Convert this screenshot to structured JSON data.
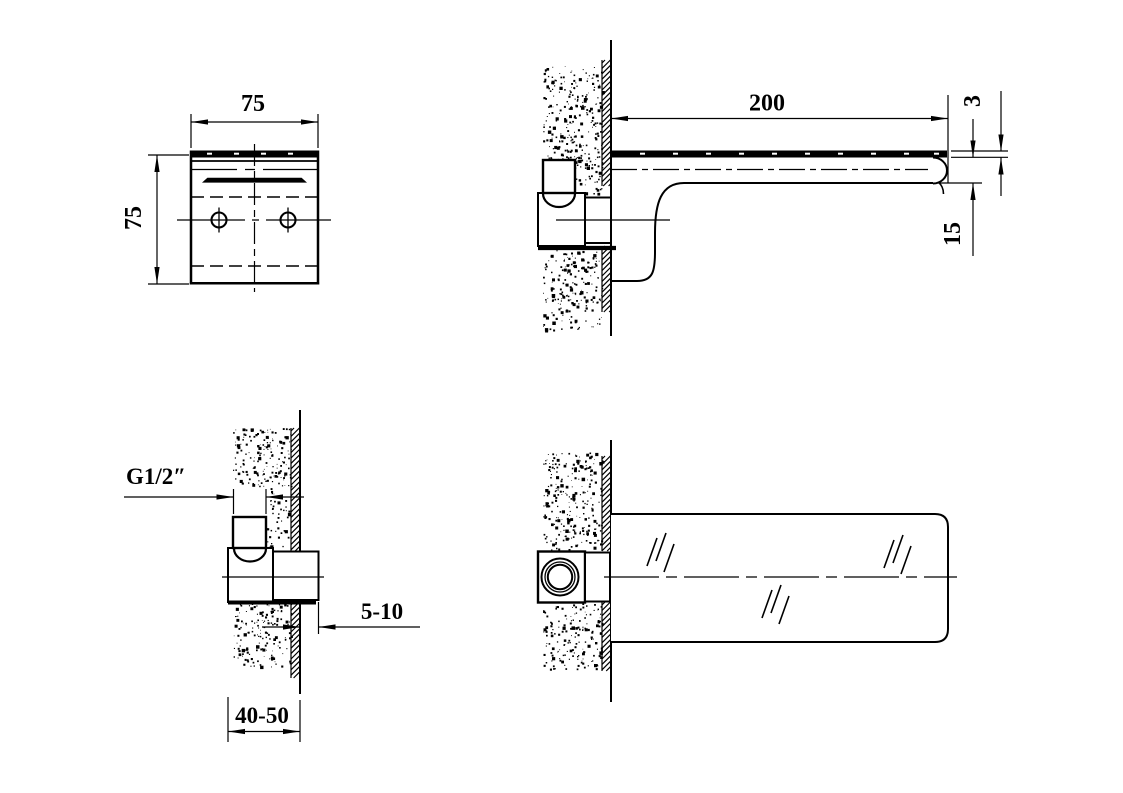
{
  "colors": {
    "background": "#ffffff",
    "ink": "#000000"
  },
  "labels": {
    "front_width": "75",
    "front_height": "75",
    "spout_length": "200",
    "glass_thickness": "3",
    "tip_height": "15",
    "inlet_thread": "G1/2″",
    "wall_protrusion": "5-10",
    "wall_depth": "40-50"
  }
}
